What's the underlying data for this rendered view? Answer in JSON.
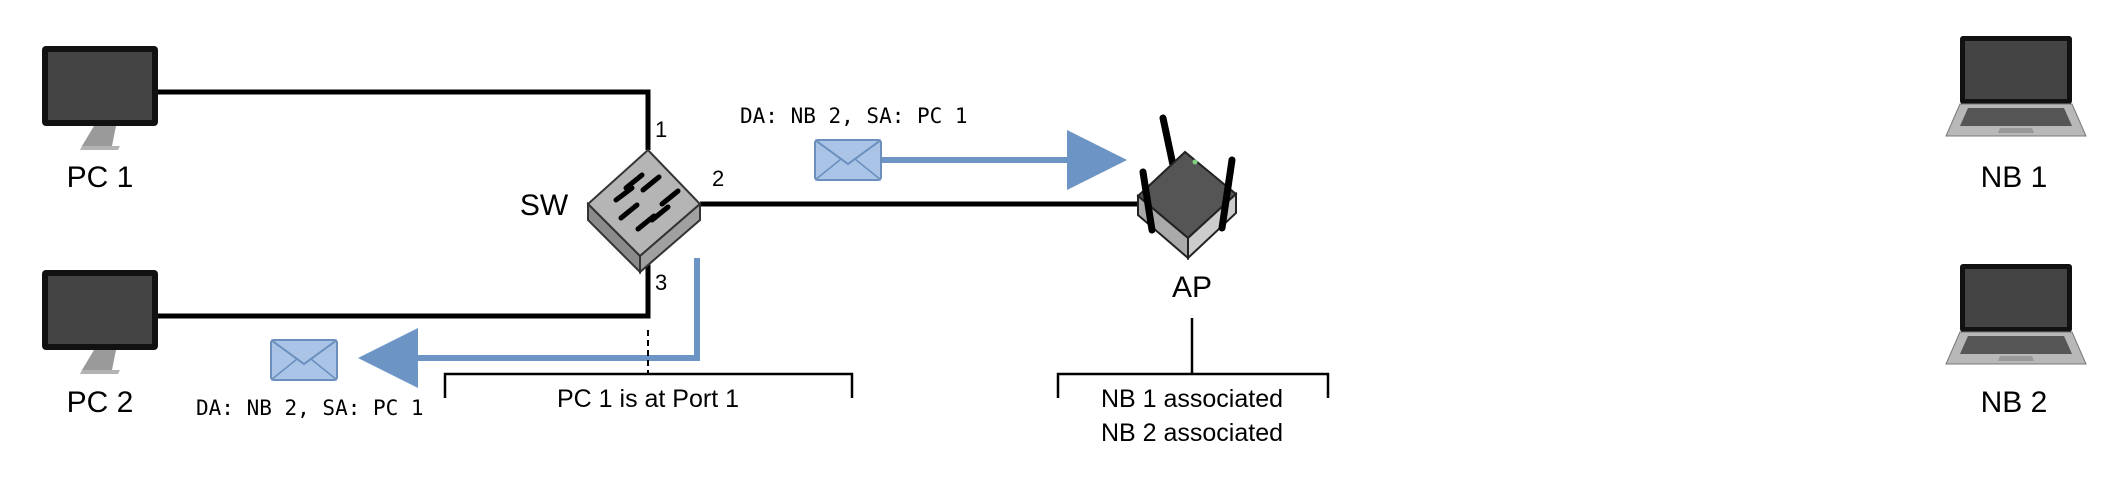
{
  "colors": {
    "link": "#000000",
    "frame_path": "#6c94c4",
    "envelope_fill": "#a9c4e6",
    "envelope_stroke": "#6a8ebd",
    "device_body": "#444444",
    "device_frame": "#111111",
    "stand": "#9a9a9a"
  },
  "devices": {
    "pc1": {
      "label": "PC 1",
      "icon": "desktop-monitor-icon"
    },
    "pc2": {
      "label": "PC 2",
      "icon": "desktop-monitor-icon"
    },
    "switch": {
      "label": "SW",
      "icon": "network-switch-icon"
    },
    "ap": {
      "label": "AP",
      "icon": "wireless-access-point-icon"
    },
    "nb1": {
      "label": "NB 1",
      "icon": "laptop-icon"
    },
    "nb2": {
      "label": "NB 2",
      "icon": "laptop-icon"
    }
  },
  "ports": {
    "p1": "1",
    "p2": "2",
    "p3": "3"
  },
  "frames": {
    "incoming": "DA: NB 2, SA: PC 1",
    "flooded": "DA: NB 2, SA: PC 1"
  },
  "tables": {
    "switch_table": [
      "PC 1 is at Port 1"
    ],
    "ap_table": [
      "NB 1 associated",
      "NB 2 associated"
    ]
  }
}
